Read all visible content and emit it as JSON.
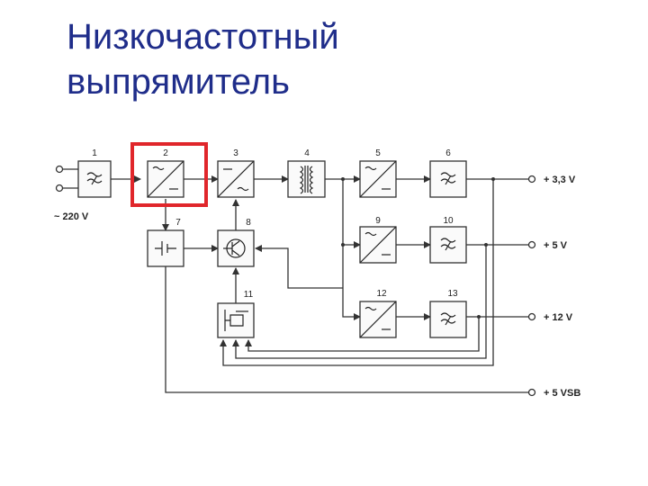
{
  "title": {
    "line1": "Низкочастотный",
    "line2": "выпрямитель"
  },
  "diagram": {
    "block_numbers": [
      "1",
      "2",
      "3",
      "4",
      "5",
      "6",
      "7",
      "8",
      "9",
      "10",
      "11",
      "12",
      "13"
    ],
    "input_label": "~ 220 V",
    "outputs": {
      "v33": "+ 3,3 V",
      "v5": "+ 5 V",
      "v12": "+ 12 V",
      "vsb": "+ 5 VSB"
    },
    "highlight_color": "#e0262b"
  }
}
